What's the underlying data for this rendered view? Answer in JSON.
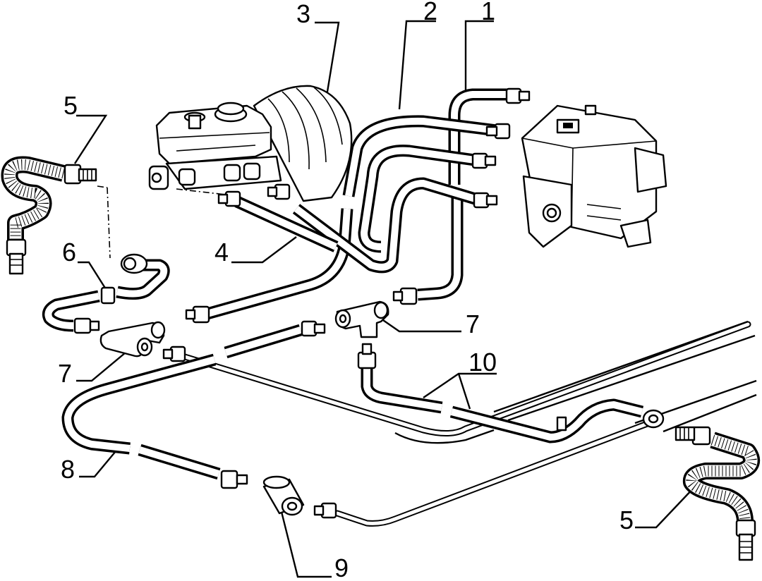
{
  "callouts": [
    {
      "id": "1",
      "text": "1"
    },
    {
      "id": "2",
      "text": "2"
    },
    {
      "id": "3",
      "text": "3"
    },
    {
      "id": "4",
      "text": "4"
    },
    {
      "id": "5a",
      "text": "5"
    },
    {
      "id": "5b",
      "text": "5"
    },
    {
      "id": "6",
      "text": "6"
    },
    {
      "id": "7a",
      "text": "7"
    },
    {
      "id": "7b",
      "text": "7"
    },
    {
      "id": "8",
      "text": "8"
    },
    {
      "id": "9",
      "text": "9"
    },
    {
      "id": "10",
      "text": "10"
    }
  ]
}
